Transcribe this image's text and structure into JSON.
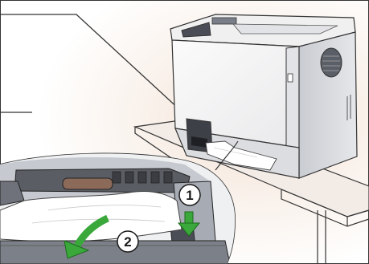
{
  "figure": {
    "description_type": "printer-paper-jam-removal-illustration",
    "steps": [
      {
        "number": "1",
        "icon": "green-down-arrow-icon",
        "meaning": "lower-guide"
      },
      {
        "number": "2",
        "icon": "green-curved-arrow-icon",
        "meaning": "pull-out-jammed-paper"
      }
    ],
    "colors": {
      "arrow_green": "#3aa83a",
      "printer_body": "#f4f4f4",
      "printer_side": "#d8dade",
      "printer_dark": "#4a4d55",
      "table_top": "#f3ece6",
      "background_glow": "#f6ece3",
      "outline": "#2a2a2a"
    }
  }
}
